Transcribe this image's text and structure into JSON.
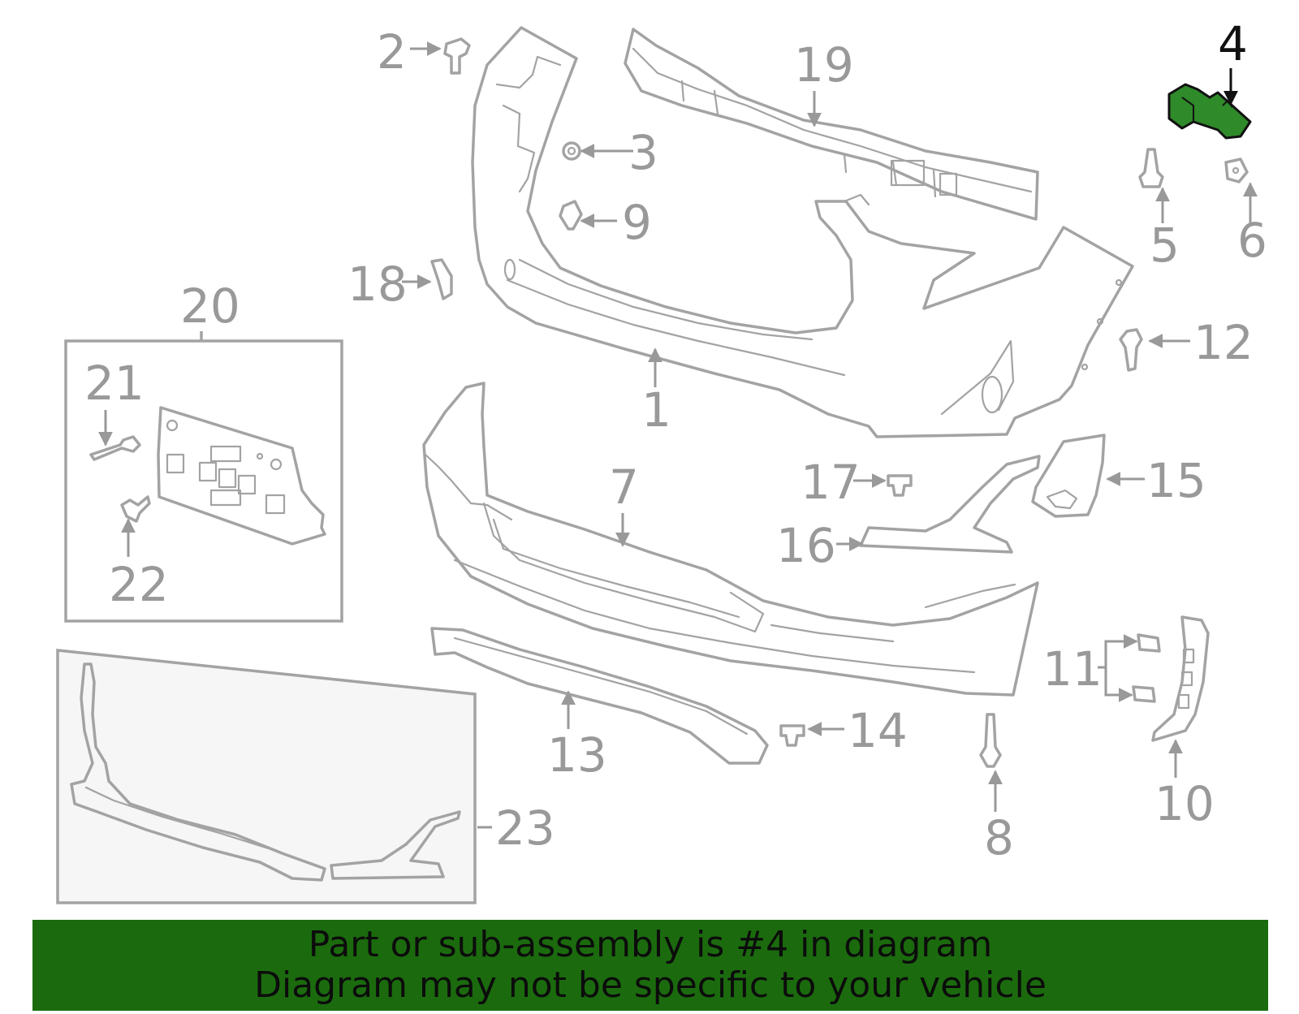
{
  "callouts": {
    "c1": "1",
    "c2": "2",
    "c3": "3",
    "c4": "4",
    "c5": "5",
    "c6": "6",
    "c7": "7",
    "c8": "8",
    "c9": "9",
    "c10": "10",
    "c11": "11",
    "c12": "12",
    "c13": "13",
    "c14": "14",
    "c15": "15",
    "c16": "16",
    "c17": "17",
    "c18": "18",
    "c19": "19",
    "c20": "20",
    "c21": "21",
    "c22": "22",
    "c23": "23"
  },
  "highlight": {
    "part_number": "4",
    "color": "#1b6b0e"
  },
  "banner": {
    "line1": "Part or sub-assembly is #4 in diagram",
    "line2": "Diagram may not be specific to your vehicle",
    "background": "#1b6b0e"
  }
}
